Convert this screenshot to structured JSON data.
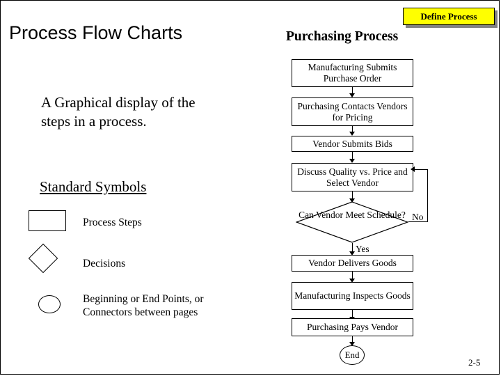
{
  "slide": {
    "title": "Process Flow Charts",
    "description": "A Graphical display of the steps in a process.",
    "symbols_heading": "Standard Symbols",
    "page_number": "2-5"
  },
  "legend": [
    {
      "shape": "rectangle",
      "label": "Process Steps"
    },
    {
      "shape": "diamond",
      "label": "Decisions"
    },
    {
      "shape": "oval",
      "label": "Beginning or End Points, or Connectors between pages"
    }
  ],
  "flowchart": {
    "banner": "Define Process",
    "title": "Purchasing Process",
    "nodes": [
      {
        "id": "n1",
        "type": "process",
        "text": "Manufacturing Submits Purchase Order"
      },
      {
        "id": "n2",
        "type": "process",
        "text": "Purchasing Contacts Vendors for Pricing"
      },
      {
        "id": "n3",
        "type": "process",
        "text": "Vendor Submits Bids"
      },
      {
        "id": "n4",
        "type": "process",
        "text": "Discuss Quality vs. Price and Select Vendor"
      },
      {
        "id": "n5",
        "type": "decision",
        "text": "Can Vendor Meet Schedule?"
      },
      {
        "id": "n6",
        "type": "process",
        "text": "Vendor Delivers Goods"
      },
      {
        "id": "n7",
        "type": "process",
        "text": "Manufacturing Inspects Goods"
      },
      {
        "id": "n8",
        "type": "process",
        "text": "Purchasing Pays Vendor"
      },
      {
        "id": "n9",
        "type": "terminator",
        "text": "End"
      }
    ],
    "edge_labels": {
      "no": "No",
      "yes": "Yes"
    }
  },
  "colors": {
    "banner_fill": "#ffff00",
    "banner_shadow": "#808080",
    "stroke": "#000000",
    "background": "#ffffff"
  }
}
